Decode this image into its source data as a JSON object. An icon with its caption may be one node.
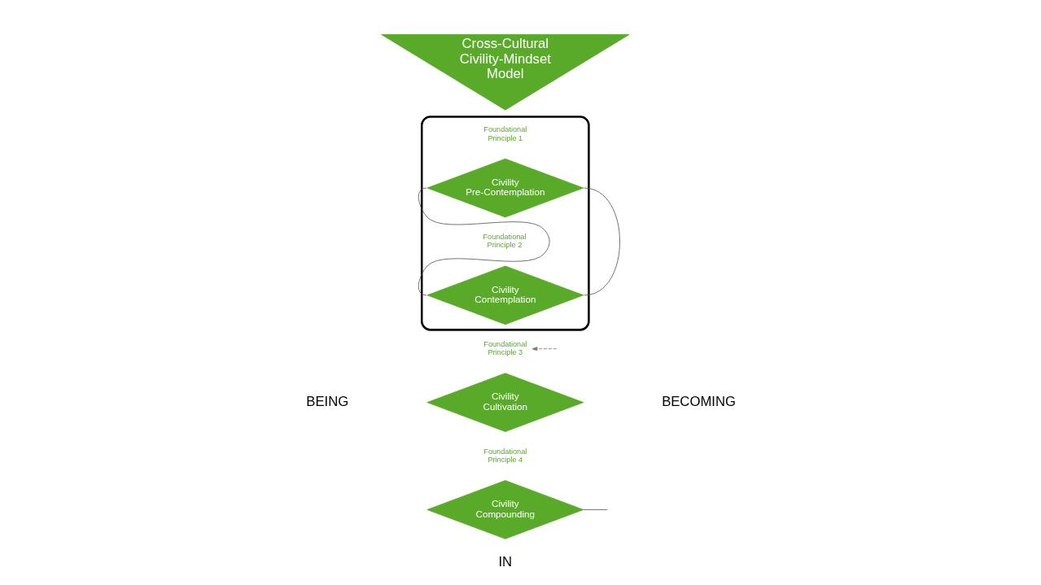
{
  "diagram": {
    "nodes": [
      {
        "text": [
          "Cross-Cultural Civility-Mindset Model"
        ]
      },
      {
        "text": [],
        "shape": "ellipse"
      },
      {
        "text": [
          "Foundational Principle 1"
        ],
        "in": 1
      },
      {
        "text": [
          "Civility Pre-Contemplation"
        ],
        "in": 1
      },
      {
        "text": [
          "Foundational Principle 2"
        ],
        "in": 1
      },
      {
        "text": [
          "Civility Contemplation"
        ],
        "in": 1
      },
      {
        "text": [
          "Foundational Principle 3"
        ]
      },
      {
        "text": [
          "Civility Cultivation"
        ]
      },
      {
        "text": [
          "Foundational Principle 4"
        ]
      },
      {
        "text": [
          "Civility Compounding"
        ]
      }
    ],
    "edges": [
      {
        "from": 3,
        "to": 5,
        "arrow": "none"
      },
      {
        "from": 3,
        "to": 5,
        "arrow": "none"
      },
      {
        "from": null,
        "to": 6,
        "arrow": "to",
        "style": "dashed",
        "color": "#777777"
      },
      {
        "from": null,
        "to": 9,
        "arrow": "none"
      }
    ],
    "labels": [
      "BEING",
      "BECOMING",
      "IN"
    ]
  }
}
